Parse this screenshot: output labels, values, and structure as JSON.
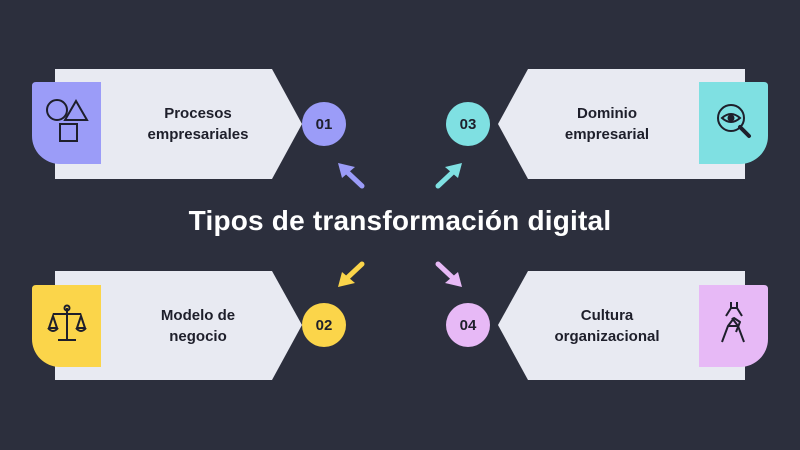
{
  "title": "Tipos de transformación digital",
  "colors": {
    "background": "#2c2f3d",
    "card": "#e8eaf2",
    "purple": "#9b9cf8",
    "yellow": "#fbd54a",
    "teal": "#7fe0e2",
    "pink": "#e7b9f6"
  },
  "items": [
    {
      "number": "01",
      "label_line1": "Procesos",
      "label_line2": "empresariales",
      "icon": "shapes-icon",
      "color": "#9b9cf8"
    },
    {
      "number": "02",
      "label_line1": "Modelo de",
      "label_line2": "negocio",
      "icon": "scales-icon",
      "color": "#fbd54a"
    },
    {
      "number": "03",
      "label_line1": "Dominio",
      "label_line2": "empresarial",
      "icon": "magnifier-eye-icon",
      "color": "#7fe0e2"
    },
    {
      "number": "04",
      "label_line1": "Cultura",
      "label_line2": "organizacional",
      "icon": "hands-together-icon",
      "color": "#e7b9f6"
    }
  ]
}
